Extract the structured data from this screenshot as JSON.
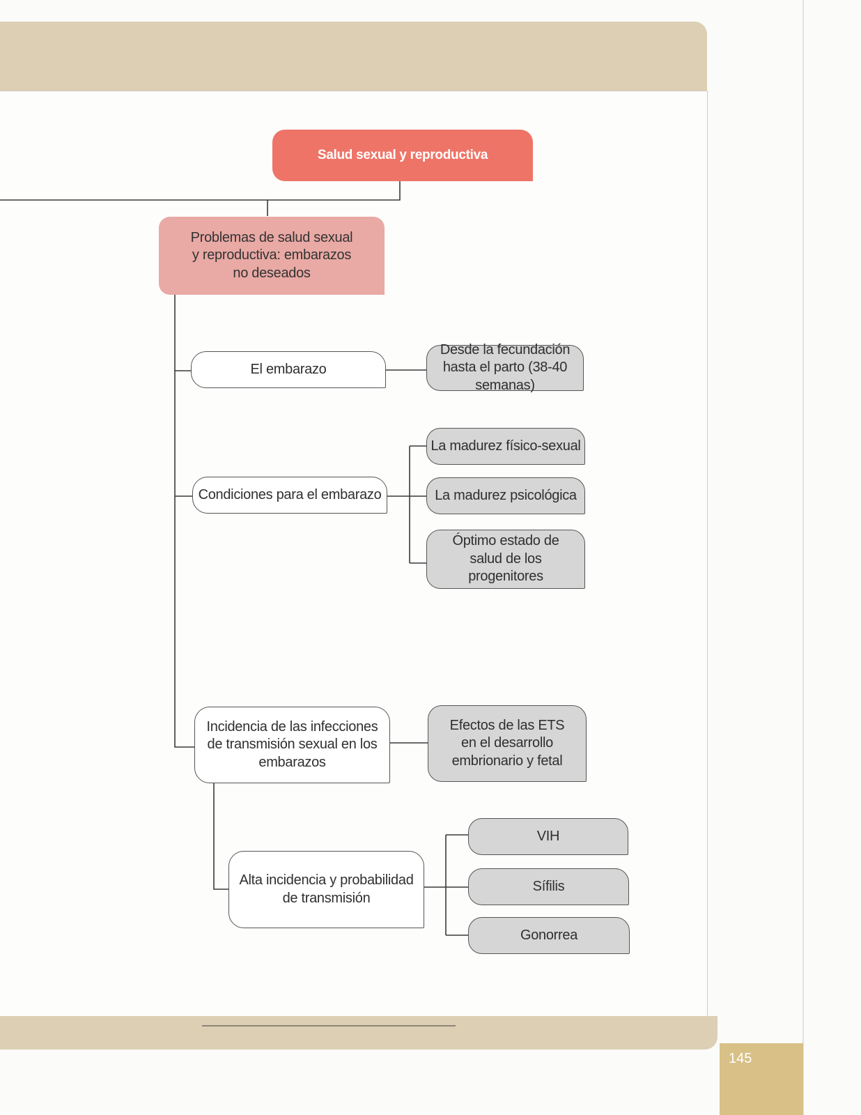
{
  "page_number": "145",
  "diagram": {
    "root": "Salud sexual y reproductiva",
    "topic": "Problemas de salud sexual y reproductiva: embarazos no deseados",
    "categories": [
      {
        "label": "El embarazo",
        "children": [
          "Desde la fecundación hasta el parto (38-40 semanas)"
        ]
      },
      {
        "label": "Condiciones para el embarazo",
        "children": [
          "La madurez físico-sexual",
          "La madurez psicológica",
          "Óptimo estado de salud de los progenitores"
        ]
      },
      {
        "label": "Incidencia de las infecciones de transmisión sexual en los embarazos",
        "children": [
          "Efectos de las ETS en el desarrollo embrionario y fetal"
        ]
      },
      {
        "label": "Alta incidencia y probabilidad de transmisión",
        "children": [
          "VIH",
          "Sífilis",
          "Gonorrea"
        ]
      }
    ]
  },
  "colors": {
    "root_fill": "#ee7467",
    "topic_fill": "#e9a9a4",
    "leaf_fill": "#d6d6d6",
    "band": "#dccfb4",
    "page_tab": "#d8c087"
  }
}
